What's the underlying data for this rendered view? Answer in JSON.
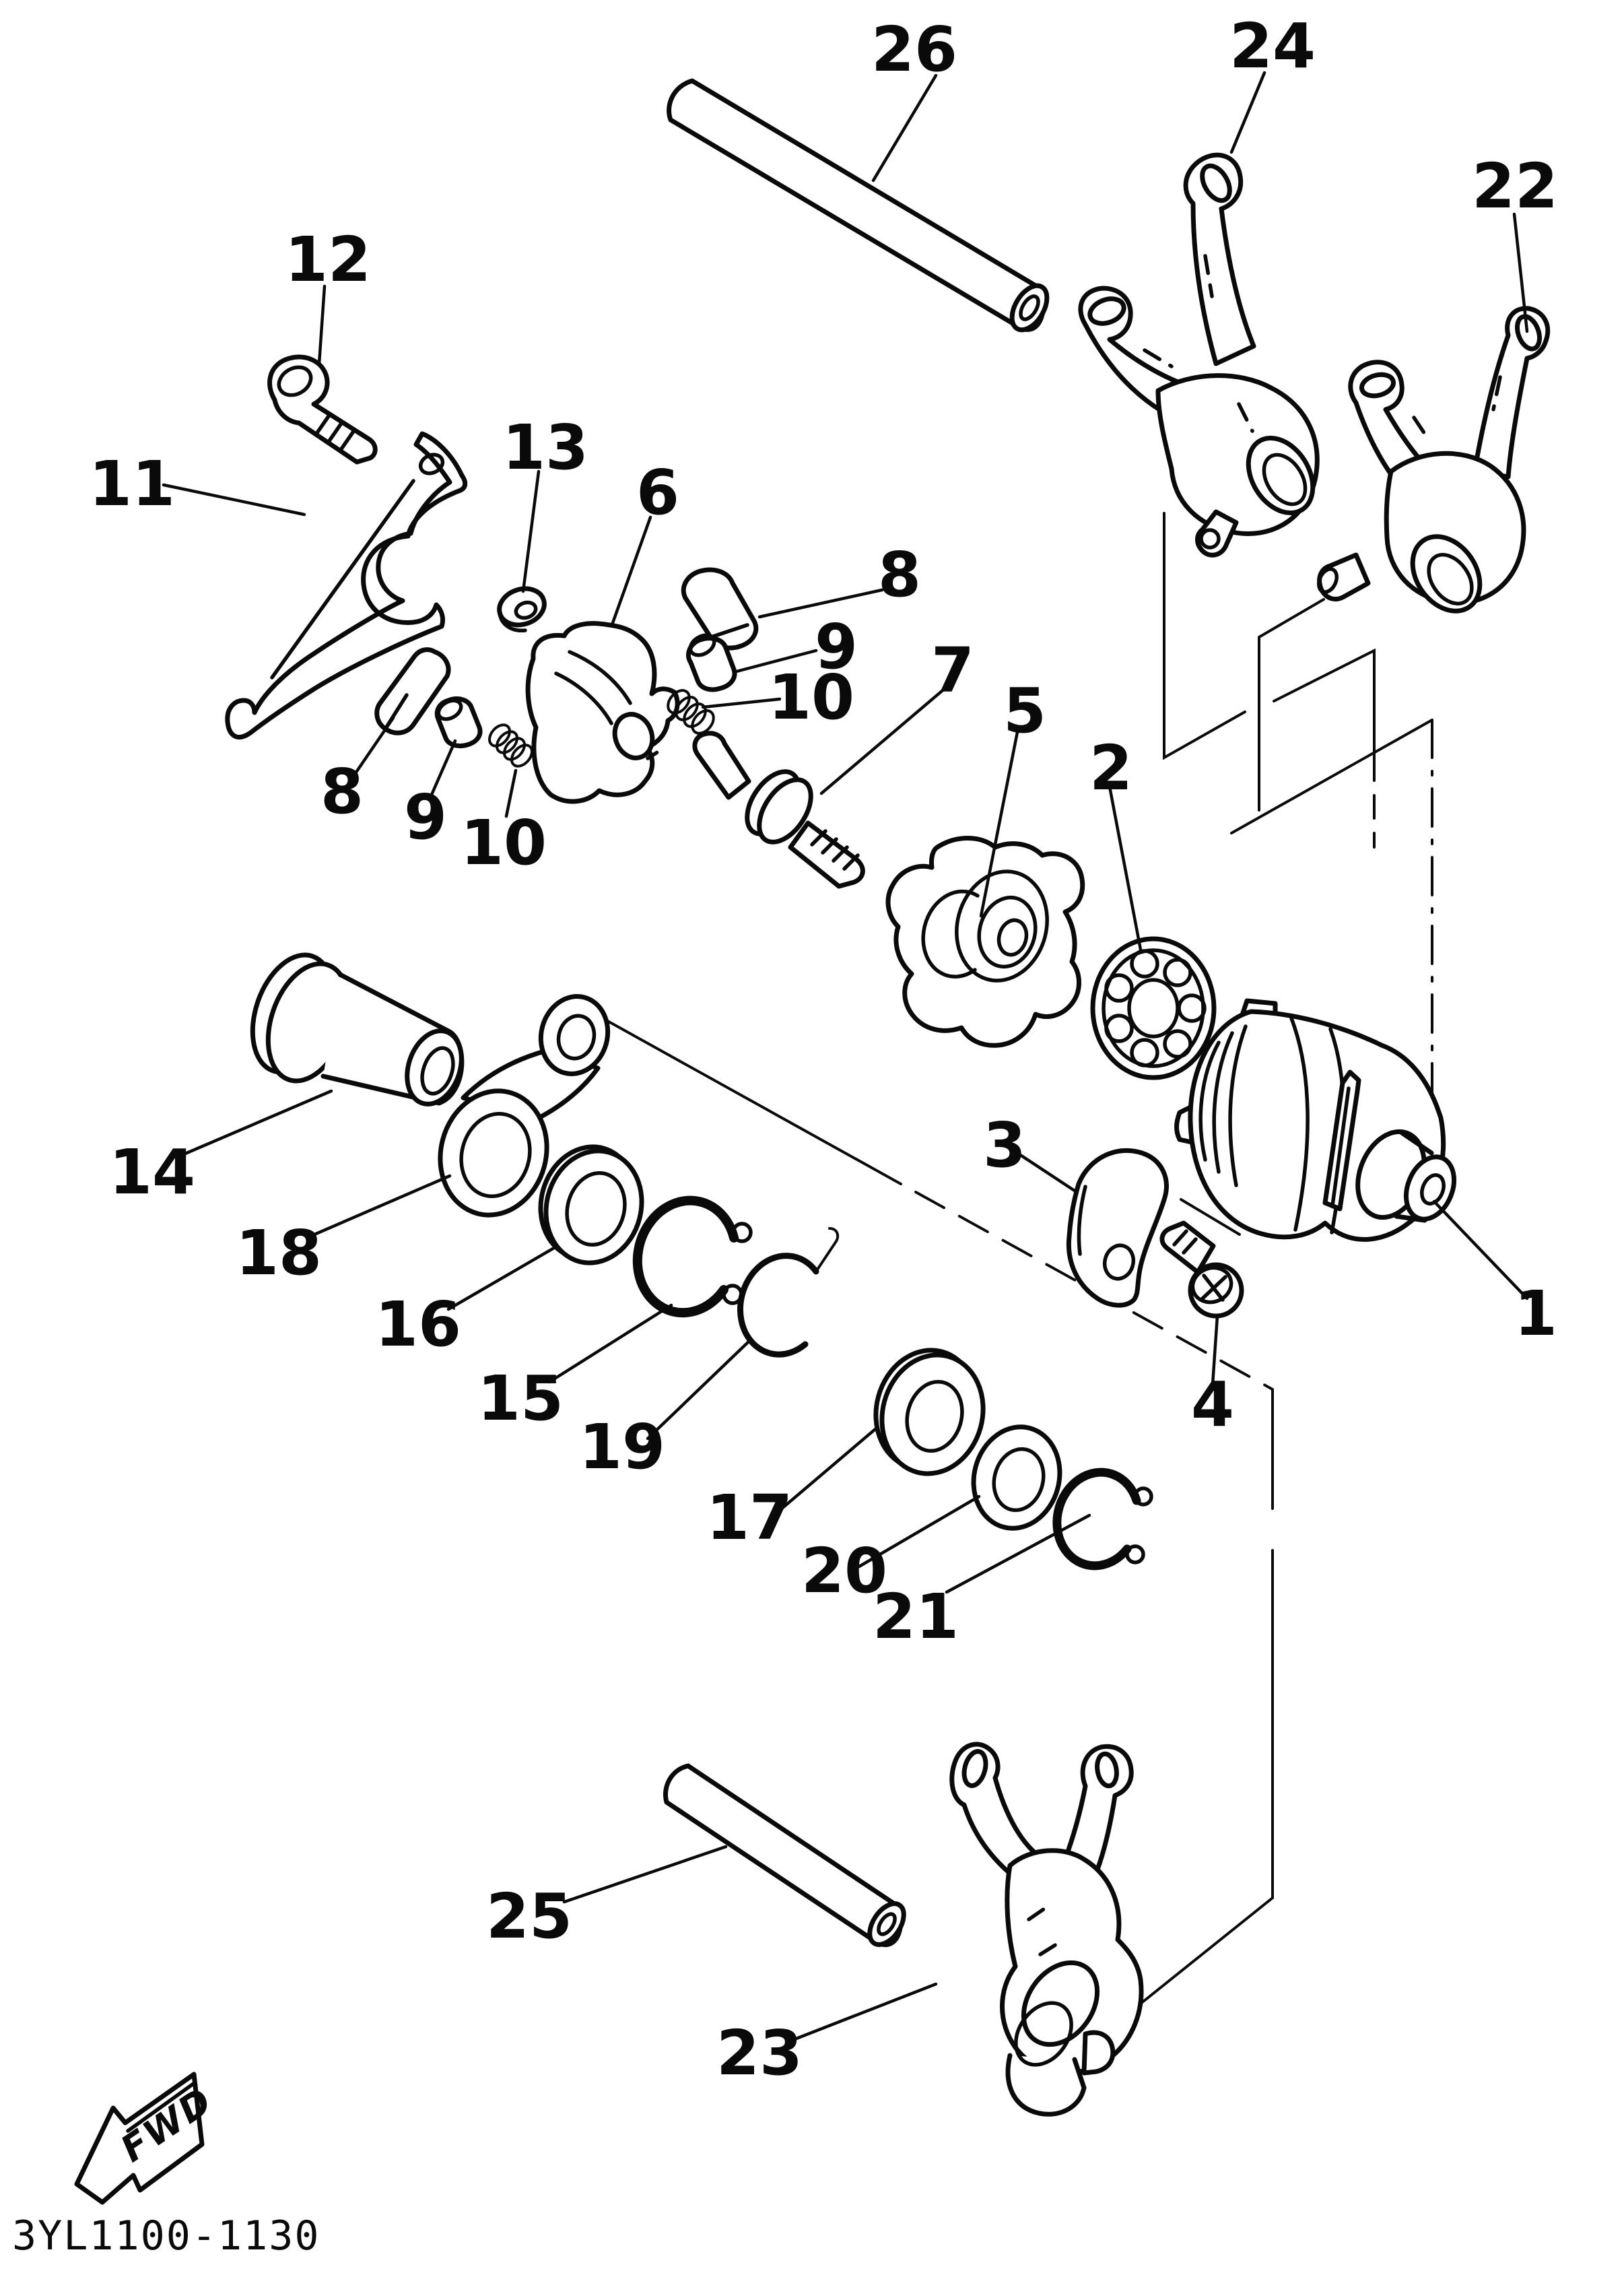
{
  "figure": {
    "type": "exploded-parts-diagram",
    "part_code": "3YL1100-1130",
    "fwd_label": "FWD",
    "background_color": "#ffffff",
    "line_color": "#0a0a0a"
  },
  "callouts": {
    "c1": "1",
    "c2": "2",
    "c3": "3",
    "c4": "4",
    "c5": "5",
    "c6": "6",
    "c7": "7",
    "c8": "8",
    "c9": "9",
    "c10": "10",
    "c11": "11",
    "c12": "12",
    "c13": "13",
    "c14": "14",
    "c15": "15",
    "c16": "16",
    "c17": "17",
    "c18": "18",
    "c19": "19",
    "c20": "20",
    "c21": "21",
    "c22": "22",
    "c23": "23",
    "c24": "24",
    "c25": "25",
    "c26": "26"
  }
}
